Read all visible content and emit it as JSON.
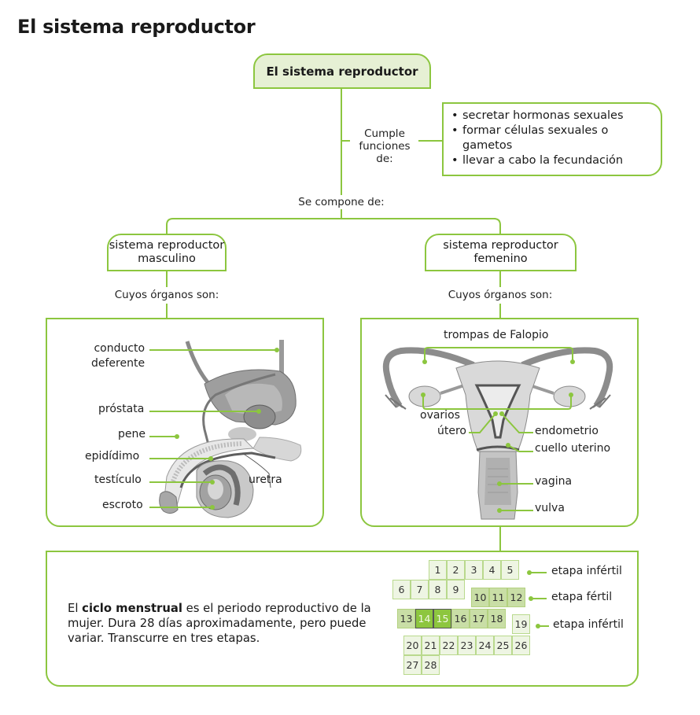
{
  "page": {
    "title": "El sistema reproductor"
  },
  "diagram": {
    "root": "El sistema reproductor",
    "functions_connector": "Cumple funciones de:",
    "functions_connector_line1": "Cumple",
    "functions_connector_line2": "funciones de:",
    "functions": [
      "secretar hormonas sexuales",
      "formar células sexuales o gametos",
      "llevar a cabo la fecundación"
    ],
    "composition_connector": "Se compone de:",
    "male": {
      "title_line1": "sistema reproductor",
      "title_line2": "masculino",
      "organs_connector": "Cuyos órganos son:",
      "organs": [
        "conducto deferente",
        "próstata",
        "pene",
        "epidídimo",
        "testículo",
        "escroto",
        "uretra"
      ],
      "labels": {
        "conducto_line1": "conducto",
        "conducto_line2": "deferente",
        "prostata": "próstata",
        "pene": "pene",
        "epididimo": "epidídimo",
        "testiculo": "testículo",
        "escroto": "escroto",
        "uretra": "uretra"
      }
    },
    "female": {
      "title_line1": "sistema reproductor",
      "title_line2": "femenino",
      "organs_connector": "Cuyos órganos son:",
      "organs": [
        "trompas de Falopio",
        "ovarios",
        "útero",
        "endometrio",
        "cuello uterino",
        "vagina",
        "vulva"
      ],
      "labels": {
        "trompas": "trompas de Falopio",
        "ovarios": "ovarios",
        "utero": "útero",
        "endometrio": "endometrio",
        "cuello": "cuello uterino",
        "vagina": "vagina",
        "vulva": "vulva"
      }
    },
    "cycle": {
      "text_prefix": "El ",
      "text_bold": "ciclo menstrual",
      "text_suffix": " es el periodo reproductivo de la mujer. Dura 28 días aproximadamente, pero puede variar. Transcurre en tres etapas.",
      "days": [
        {
          "day": 1,
          "stage": "infertile"
        },
        {
          "day": 2,
          "stage": "infertile"
        },
        {
          "day": 3,
          "stage": "infertile"
        },
        {
          "day": 4,
          "stage": "infertile"
        },
        {
          "day": 5,
          "stage": "infertile"
        },
        {
          "day": 6,
          "stage": "infertile"
        },
        {
          "day": 7,
          "stage": "infertile"
        },
        {
          "day": 8,
          "stage": "infertile"
        },
        {
          "day": 9,
          "stage": "infertile"
        },
        {
          "day": 10,
          "stage": "fertile"
        },
        {
          "day": 11,
          "stage": "fertile"
        },
        {
          "day": 12,
          "stage": "fertile"
        },
        {
          "day": 13,
          "stage": "fertile"
        },
        {
          "day": 14,
          "stage": "ovulation"
        },
        {
          "day": 15,
          "stage": "ovulation"
        },
        {
          "day": 16,
          "stage": "fertile"
        },
        {
          "day": 17,
          "stage": "fertile"
        },
        {
          "day": 18,
          "stage": "fertile"
        },
        {
          "day": 19,
          "stage": "infertile"
        },
        {
          "day": 20,
          "stage": "infertile"
        },
        {
          "day": 21,
          "stage": "infertile"
        },
        {
          "day": 22,
          "stage": "infertile"
        },
        {
          "day": 23,
          "stage": "infertile"
        },
        {
          "day": 24,
          "stage": "infertile"
        },
        {
          "day": 25,
          "stage": "infertile"
        },
        {
          "day": 26,
          "stage": "infertile"
        },
        {
          "day": 27,
          "stage": "infertile"
        },
        {
          "day": 28,
          "stage": "infertile"
        }
      ],
      "stages": [
        {
          "label": "etapa infértil",
          "days": "1-9"
        },
        {
          "label": "etapa fértil",
          "days": "10-18"
        },
        {
          "label": "etapa infértil",
          "days": "19-28"
        }
      ]
    }
  },
  "colors": {
    "accent": "#8cc63f",
    "root_fill": "#e6f0d4",
    "cell_infertile": "#eef5e3",
    "cell_fertile": "#c9dea6",
    "cell_ovulation": "#8dc63f"
  }
}
